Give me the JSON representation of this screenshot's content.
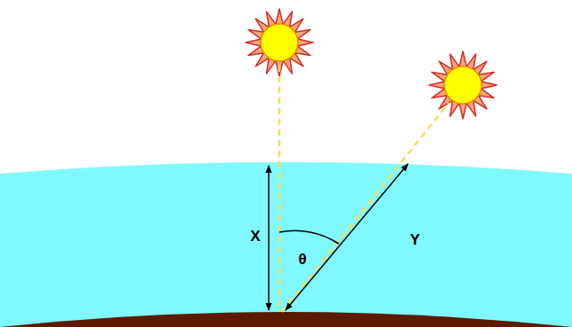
{
  "diagram": {
    "labels": [
      "X",
      "θ",
      "Y"
    ]
  }
}
